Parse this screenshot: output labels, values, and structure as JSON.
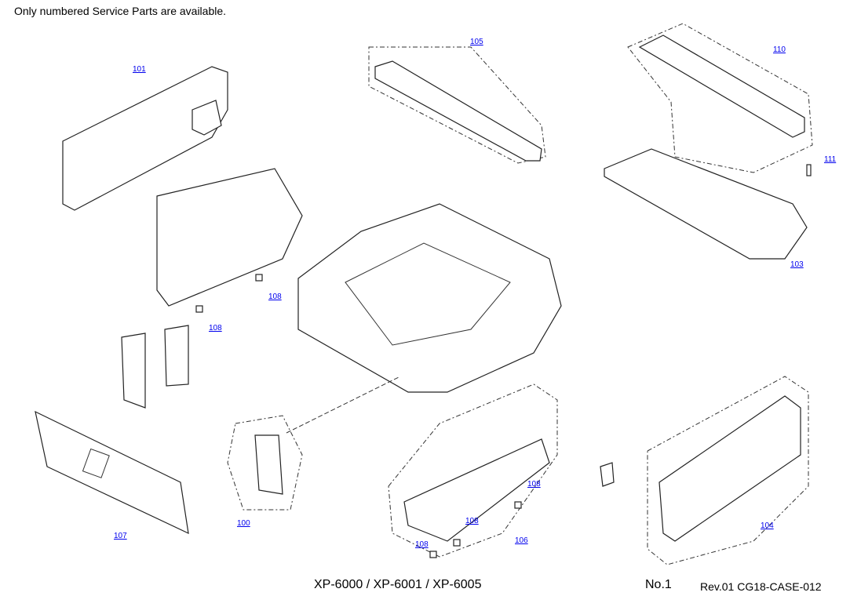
{
  "header": {
    "note": "Only numbered Service Parts are available."
  },
  "parts": [
    {
      "id": "101",
      "label": "101"
    },
    {
      "id": "105",
      "label": "105"
    },
    {
      "id": "110",
      "label": "110"
    },
    {
      "id": "111",
      "label": "111"
    },
    {
      "id": "103",
      "label": "103"
    },
    {
      "id": "108a",
      "label": "108"
    },
    {
      "id": "108b",
      "label": "108"
    },
    {
      "id": "107",
      "label": "107"
    },
    {
      "id": "100",
      "label": "100"
    },
    {
      "id": "106",
      "label": "106"
    },
    {
      "id": "108c",
      "label": "108"
    },
    {
      "id": "108d",
      "label": "108"
    },
    {
      "id": "108e",
      "label": "108"
    },
    {
      "id": "104",
      "label": "104"
    }
  ],
  "footer": {
    "models": "XP-6000 / XP-6001 / XP-6005",
    "page_no": "No.1",
    "revision": "Rev.01  CG18-CASE-012"
  },
  "colors": {
    "link": "#0000ee",
    "line": "#222222"
  }
}
